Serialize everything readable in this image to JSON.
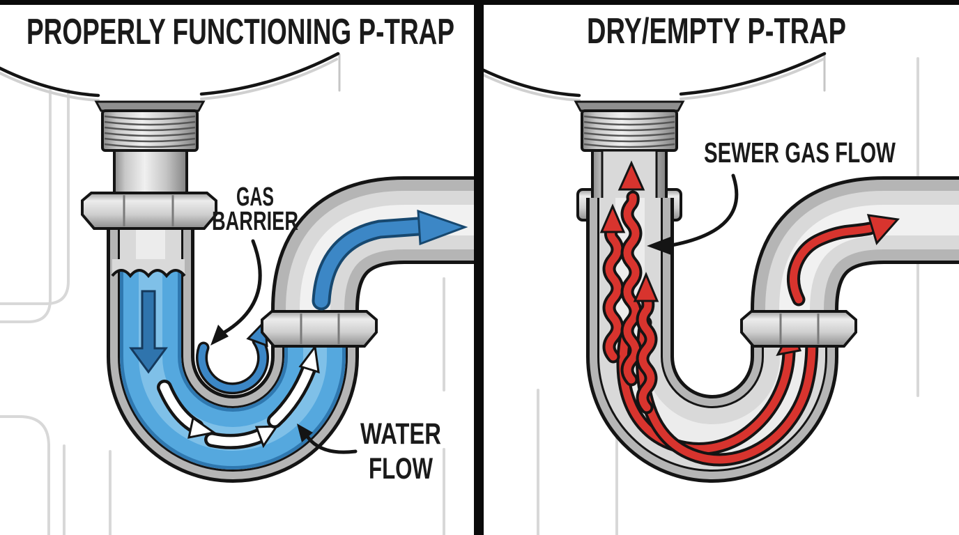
{
  "left_panel": {
    "title": "PROPERLY FUNCTIONING P-TRAP",
    "labels": {
      "gas_barrier_line1": "GAS",
      "gas_barrier_line2": "BARRIER",
      "water_flow_line1": "WATER",
      "water_flow_line2": "FLOW"
    }
  },
  "right_panel": {
    "title": "DRY/EMPTY P-TRAP",
    "labels": {
      "sewer_gas_flow": "SEWER GAS FLOW"
    }
  },
  "colors": {
    "background": "#ffffff",
    "divider": "#0a0a0a",
    "pipe_metal": "#b5b5b5",
    "pipe_bore": "#d9d9d9",
    "water_blue": "#55a8de",
    "water_deep": "#2f78b0",
    "water_light": "#7fc0e8",
    "flow_arrow_blue": "#3c87c6",
    "down_arrow_blue": "#2f74ad",
    "sewer_gas_red": "#d8342e",
    "faint_line": "#d8d8d8"
  }
}
